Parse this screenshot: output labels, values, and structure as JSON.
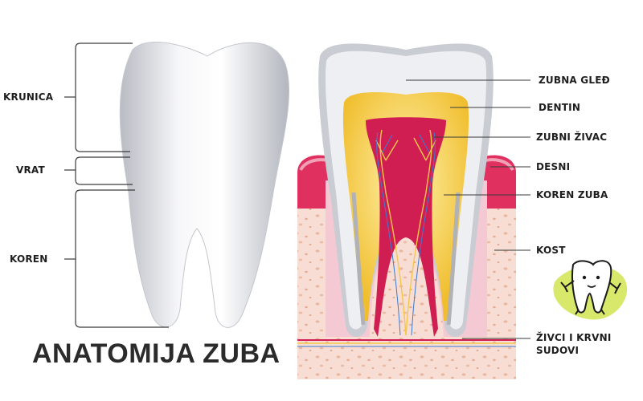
{
  "title": "ANATOMIJA ZUBA",
  "left_labels": {
    "crown": "KRUNICA",
    "neck": "VRAT",
    "root": "KOREN"
  },
  "right_labels": {
    "enamel": "ZUBNA GLEĐ",
    "dentin": "DENTIN",
    "nerve": "ZUBNI ŽIVAC",
    "gum": "DESNI",
    "root_canal": "KOREN ZUBA",
    "bone": "KOST",
    "vessels_line1": "ŽIVCI I KRVNI",
    "vessels_line2": "SUDOVI"
  },
  "colors": {
    "enamel": "#e8e8ec",
    "dentin": "#f2c23a",
    "pulp": "#d01e52",
    "gum": "#e0305f",
    "bone": "#f6d8d0",
    "mascot_bg": "#d7e86a"
  }
}
